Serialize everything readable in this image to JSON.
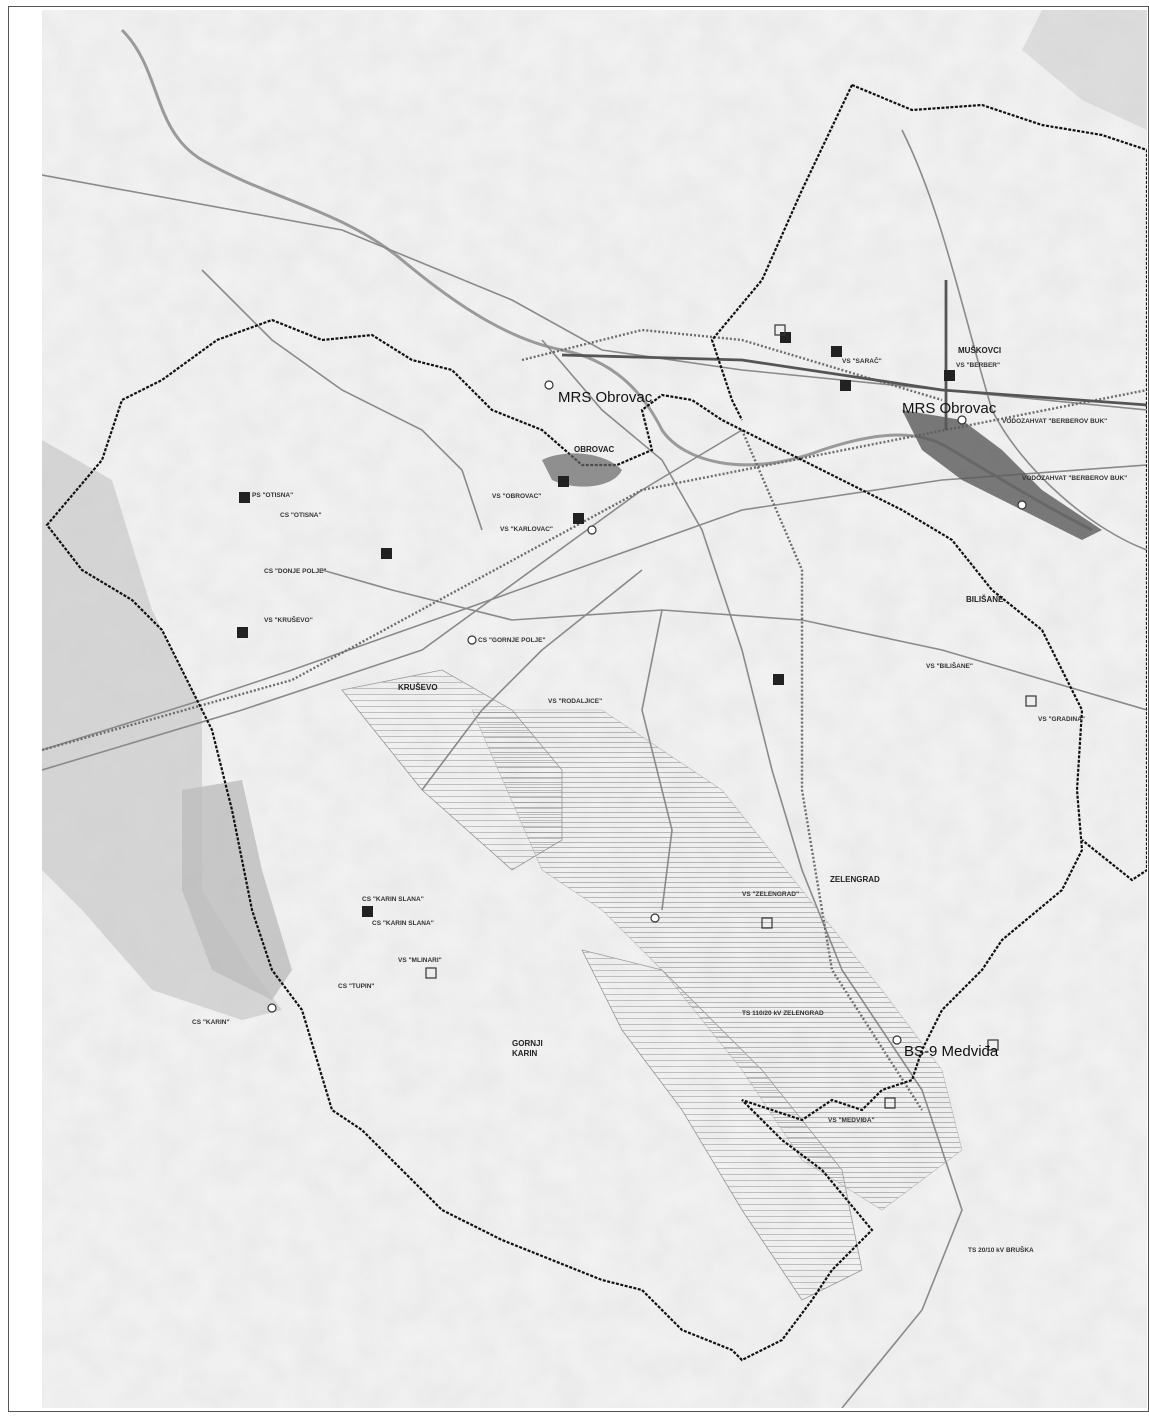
{
  "map": {
    "labels": {
      "mrs_obrovac_west": "MRS Obrovac",
      "mrs_obrovac_east": "MRS Obrovac",
      "bs9_medvida": "BS-9 Medviđa",
      "obrovac": "OBROVAC",
      "bilisane": "BILIŠANE",
      "zelengrad": "ZELENGRAD",
      "gornji_karin_1": "GORNJI",
      "gornji_karin_2": "KARIN",
      "kruseva": "KRUŠEVO",
      "muskovci": "MUŠKOVCI",
      "vs_berberi": "VS \"BERBER\"",
      "vs_sarac": "VS \"SARAČ\"",
      "vs_karlovac": "VS \"KARLOVAC\"",
      "vs_obrovac": "VS \"OBROVAC\"",
      "ps_otisna": "PS \"OTISNA\"",
      "cs_otisna": "CS \"OTISNA\"",
      "cs_donje_polje": "CS \"DONJE POLJE\"",
      "cs_gornje_polje": "CS \"GORNJE POLJE\"",
      "vs_kruseva": "VS \"KRUŠEVO\"",
      "vs_rodaljice": "VS \"RODALJICE\"",
      "cs_karin_slana_1": "CS \"KARIN SLANA\"",
      "cs_karin_slana_2": "CS \"KARIN SLANA\"",
      "vs_mlinari": "VS \"MLINARI\"",
      "cs_tupin": "CS \"TUPIN\"",
      "cs_karin": "CS \"KARIN\"",
      "vs_medvida": "VS \"MEDVIĐA\"",
      "vs_zelengrad": "VS \"ZELENGRAD\"",
      "vs_bilisane": "VS \"BILIŠANE\"",
      "vs_gradina": "VS \"GRADINA\"",
      "ts_brucka": "TS 20/10 kV BRUŠKA",
      "ts_zelengrad": "TS 110/20 kV ZELENGRAD",
      "vodozahvat_1": "VODOZAHVAT \"BERBEROV BUK\"",
      "vodozahvat_2": "VODOZAHVAT \"BERBEROV BUK\""
    },
    "colors": {
      "boundary": "#111111",
      "road": "#888888",
      "terrain": "#d9d9d9",
      "facility": "#222222"
    },
    "icons": [
      "square-facility-icon",
      "circle-station-icon",
      "crossed-circle-icon"
    ]
  }
}
